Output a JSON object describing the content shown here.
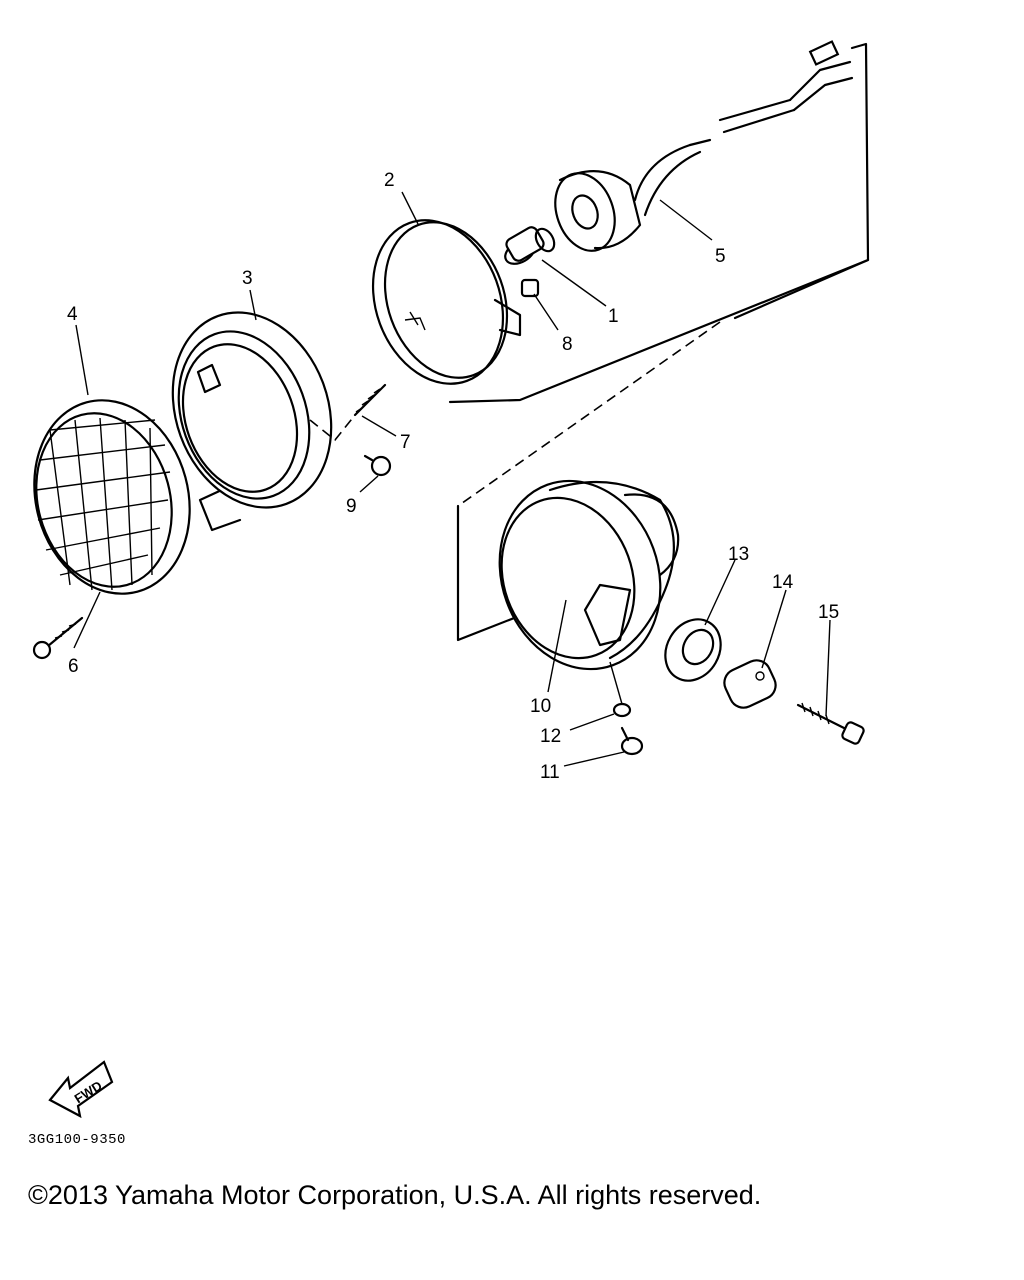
{
  "callouts": {
    "c1": "1",
    "c2": "2",
    "c3": "3",
    "c4": "4",
    "c5": "5",
    "c6": "6",
    "c7": "7",
    "c8": "8",
    "c9": "9",
    "c10": "10",
    "c11": "11",
    "c12": "12",
    "c13": "13",
    "c14": "14",
    "c15": "15"
  },
  "fwd_label": "FWD",
  "diagram_code": "3GG100-9350",
  "copyright": "©2013 Yamaha Motor Corporation, U.S.A. All rights reserved.",
  "colors": {
    "ink": "#000000",
    "background": "#ffffff"
  }
}
